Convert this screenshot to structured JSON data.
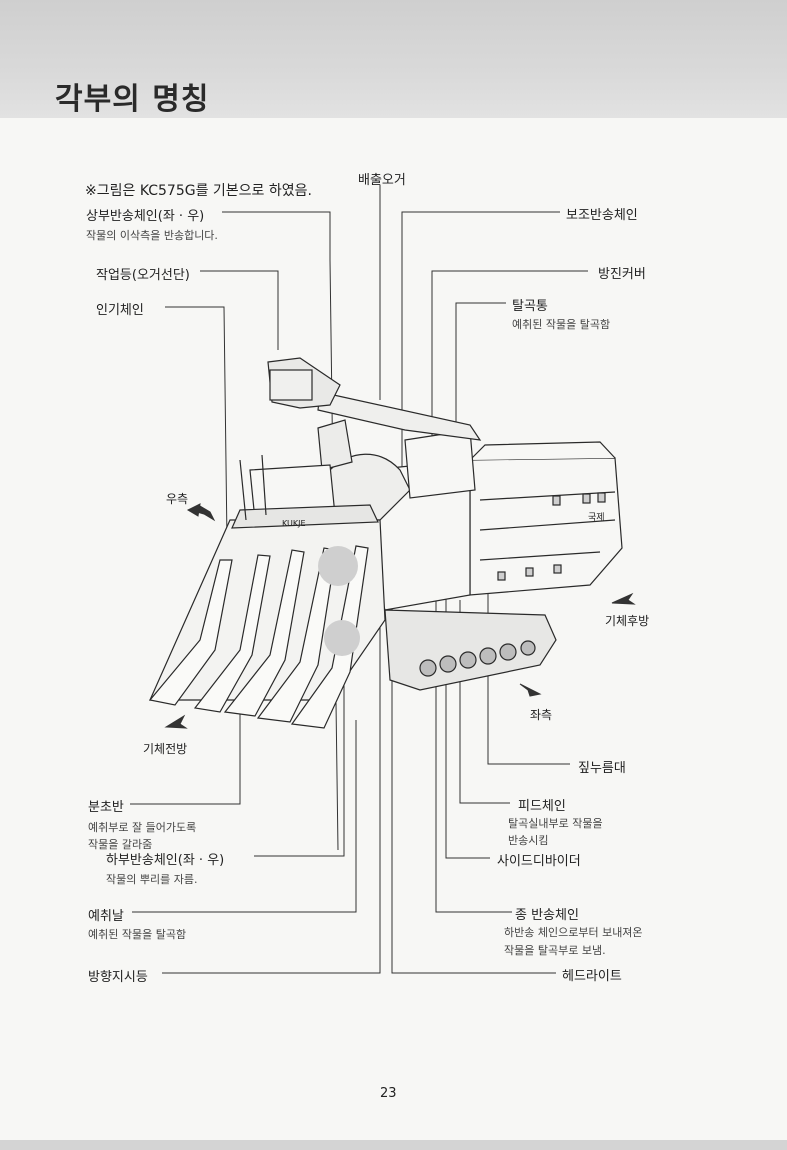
{
  "header": {
    "title": "각부의 명칭"
  },
  "note": "※그림은 KC575G를 기본으로 하였음.",
  "labels": {
    "upper_chain": "상부반송체인(좌 · 우)",
    "upper_chain_desc": "작물의 이삭측을 반송합니다.",
    "work_light": "작업등(오거선단)",
    "pull_chain": "인기체인",
    "discharge_auger": "배출오거",
    "aux_chain": "보조반송체인",
    "dust_cover": "방진커버",
    "thresher": "탈곡통",
    "thresher_desc": "예취된 작물을 탈곡함",
    "right_side": "우측",
    "rear": "기체후방",
    "left_side": "좌측",
    "front": "기체전방",
    "straw_holder": "짚누름대",
    "divider": "분초반",
    "divider_desc1": "예취부로 잘 들어가도록",
    "divider_desc2": "작물을 갈라줌",
    "feed_chain": "피드체인",
    "feed_chain_desc1": "탈곡실내부로 작물을",
    "feed_chain_desc2": "반송시킴",
    "lower_chain": "하부반송체인(좌 · 우)",
    "lower_chain_desc": "작물의 뿌리를 자름.",
    "side_divider": "사이드디바이더",
    "blade": "예취날",
    "blade_desc": "예취된 작물을 탈곡함",
    "vertical_chain": "종 반송체인",
    "vertical_chain_desc1": "하반송 체인으로부터 보내져온",
    "vertical_chain_desc2": "작물을 탈곡부로 보냄.",
    "turn_signal": "방향지시등",
    "headlight": "헤드라이트",
    "brand_plate": "KUKJE",
    "side_logo": "국제"
  },
  "page_number": "23",
  "colors": {
    "ink": "#222222",
    "header_band": "#d4d4d4",
    "paper": "#f7f7f5"
  }
}
